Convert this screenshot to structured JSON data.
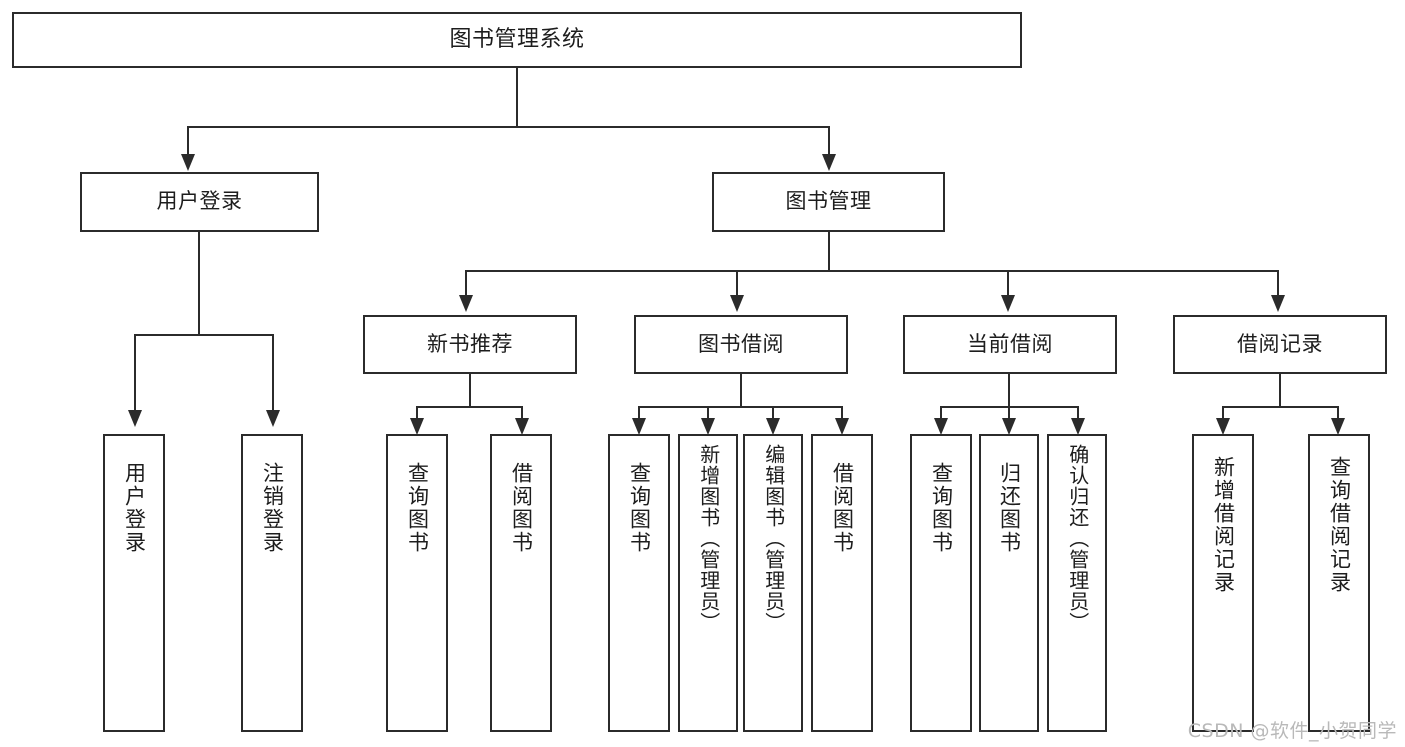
{
  "diagram": {
    "type": "tree",
    "title": "图书管理系统",
    "watermark": "CSDN @软件_小贺同学",
    "colors": {
      "stroke": "#2b2b2b",
      "fill": "#ffffff",
      "text": "#1d1d1d",
      "watermark": "#b9b9b9"
    }
  },
  "root": {
    "label": "图书管理系统"
  },
  "level1": [
    {
      "label": "用户登录"
    },
    {
      "label": "图书管理"
    }
  ],
  "level2": [
    {
      "label": "新书推荐"
    },
    {
      "label": "图书借阅"
    },
    {
      "label": "当前借阅"
    },
    {
      "label": "借阅记录"
    }
  ],
  "leaves": {
    "user_login": [
      {
        "label": "用户登录"
      },
      {
        "label": "注销登录"
      }
    ],
    "new_book": [
      {
        "label": "查询图书"
      },
      {
        "label": "借阅图书"
      }
    ],
    "borrow_book": [
      {
        "label": "查询图书"
      },
      {
        "label": "新增图书（管理员）"
      },
      {
        "label": "编辑图书（管理员）"
      },
      {
        "label": "借阅图书"
      }
    ],
    "current_borrow": [
      {
        "label": "查询图书"
      },
      {
        "label": "归还图书"
      },
      {
        "label": "确认归还（管理员）"
      }
    ],
    "borrow_record": [
      {
        "label": "新增借阅记录"
      },
      {
        "label": "查询借阅记录"
      }
    ]
  }
}
